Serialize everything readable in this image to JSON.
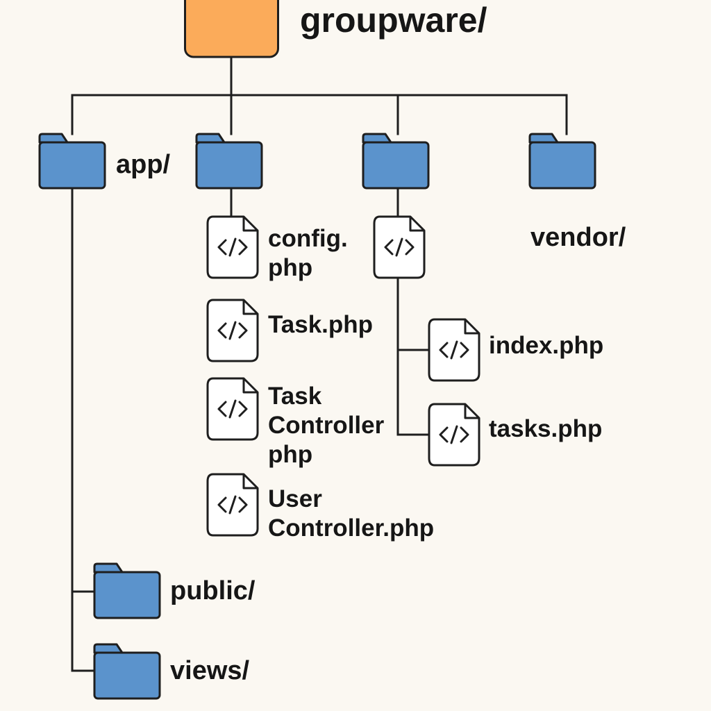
{
  "colors": {
    "root_folder": "#fbab5a",
    "folder": "#5b93cc",
    "outline": "#1e1e1e",
    "file_fill": "#ffffff",
    "background": "#fbf8f2"
  },
  "root": {
    "label": "groupware/",
    "icon": "folder-icon"
  },
  "folders": {
    "app": {
      "label": "app/",
      "icon": "folder-icon"
    },
    "vendor": {
      "label": "vendor/",
      "icon": "folder-icon"
    },
    "public": {
      "label": "public/",
      "icon": "folder-icon"
    },
    "views": {
      "label": "views/",
      "icon": "folder-icon"
    }
  },
  "files": {
    "config": {
      "label": "config.\nphp",
      "icon": "code-file-icon"
    },
    "task": {
      "label": "Task.php",
      "icon": "code-file-icon"
    },
    "task_controller": {
      "label": "Task\nController\nphp",
      "icon": "code-file-icon"
    },
    "user_controller": {
      "label": "User\nController.php",
      "icon": "code-file-icon"
    },
    "index": {
      "label": "index.php",
      "icon": "code-file-icon"
    },
    "tasks": {
      "label": "tasks.php",
      "icon": "code-file-icon"
    },
    "unlabeled": {
      "label": "",
      "icon": "code-file-icon"
    }
  }
}
